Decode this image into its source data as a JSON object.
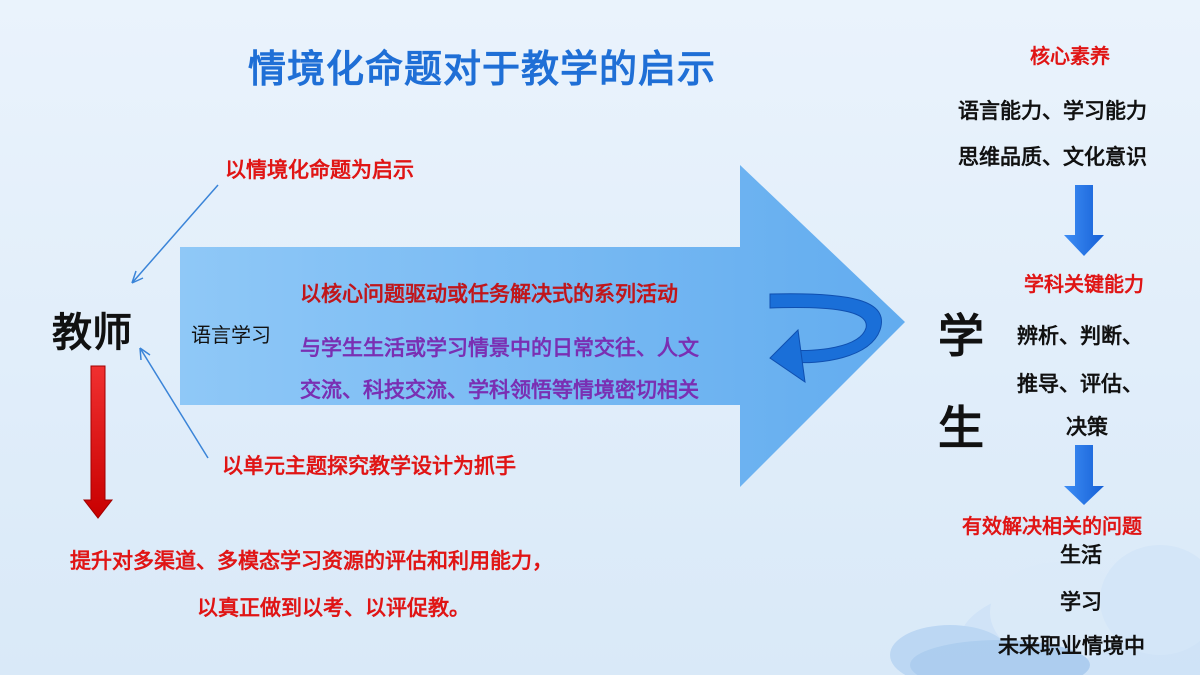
{
  "title": "情境化命题对于教学的启示",
  "teacher": "教师",
  "student": [
    "学",
    "生"
  ],
  "annotations": {
    "top": "以情境化命题为启示",
    "bottom": "以单元主题探究教学设计为抓手"
  },
  "arrow": {
    "label": "语言学习",
    "line1": "以核心问题驱动或任务解决式的系列活动",
    "line2": "与学生生活或学习情景中的日常交往、人文",
    "line3": "交流、科技交流、学科领悟等情境密切相关"
  },
  "core": {
    "title": "核心素养",
    "line1": "语言能力、学习能力",
    "line2": "思维品质、文化意识"
  },
  "key": {
    "title": "学科关键能力",
    "line1": "辨析、判断、",
    "line2": "推导、评估、",
    "line3": "决策"
  },
  "solve": {
    "title": "有效解决相关的问题",
    "items": [
      "生活",
      "学习",
      "未来职业情境中"
    ]
  },
  "bottom_text": {
    "line1": "提升对多渠道、多模态学习资源的评估和利用能力，",
    "line2": "以真正做到以考、以评促教。"
  },
  "colors": {
    "title_blue": "#1f6fd6",
    "red": "#e01515",
    "purple": "#7a2fb3",
    "big_arrow": "#7fbff5",
    "down_arrow": "#1e6fe0"
  }
}
